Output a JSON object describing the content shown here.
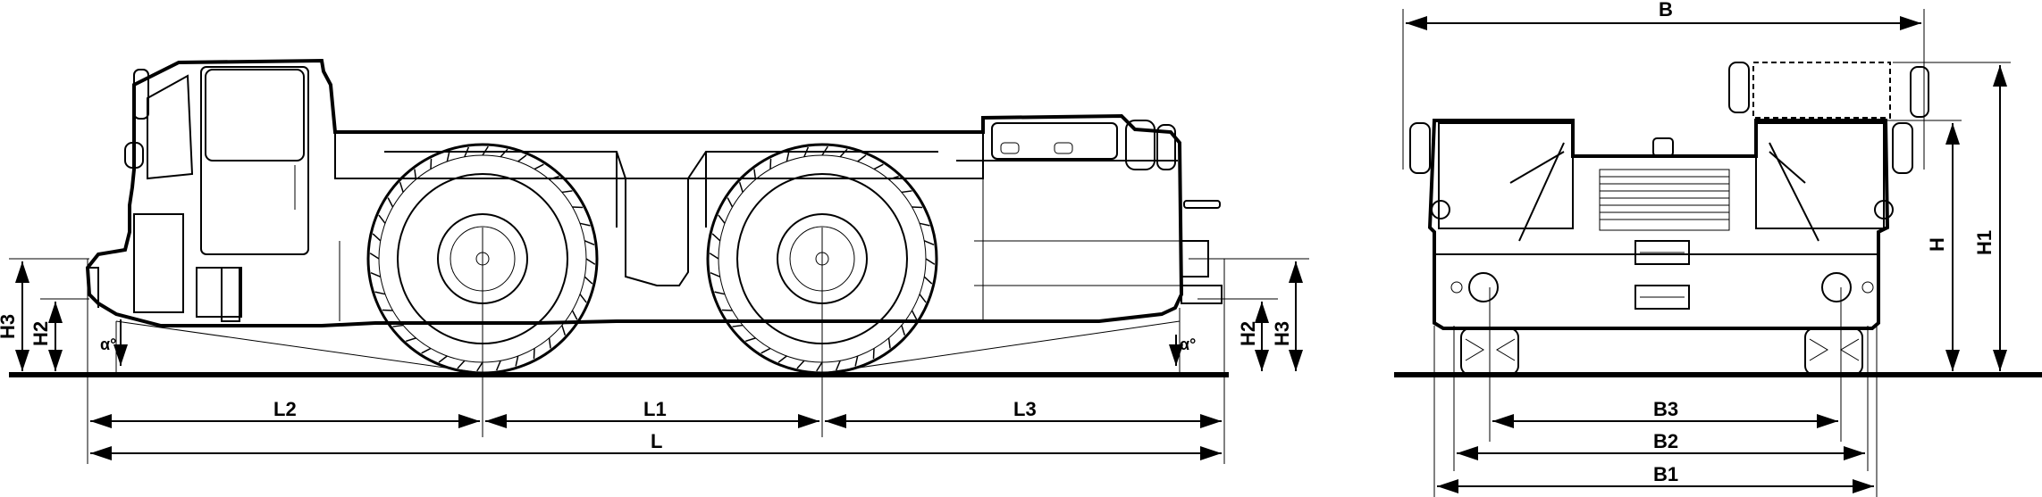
{
  "labels": {
    "L": "L",
    "L1": "L1",
    "L2": "L2",
    "L3": "L3",
    "H": "H",
    "H1": "H1",
    "H2": "H2",
    "H3": "H3",
    "B": "B",
    "B1": "B1",
    "B2": "B2",
    "B3": "B3",
    "alpha": "α°"
  }
}
